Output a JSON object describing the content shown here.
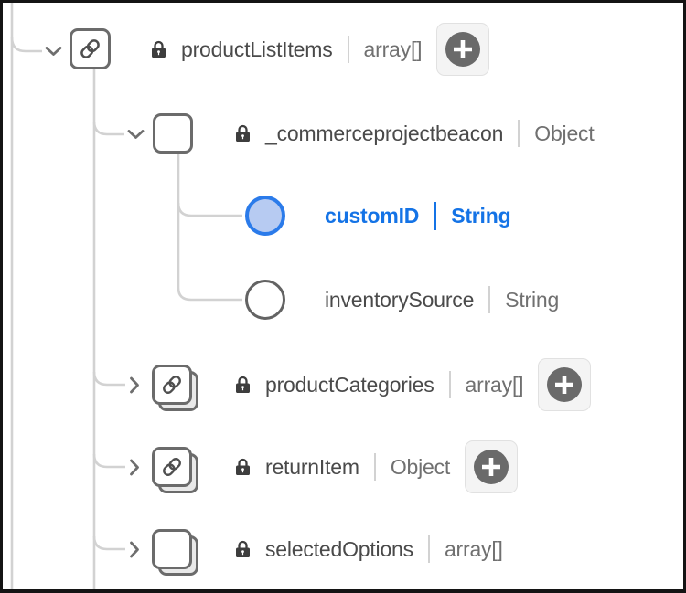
{
  "colors": {
    "selected_text_blue": "#1473e6",
    "selected_node_fill": "#b7cbf2",
    "selected_node_border": "#2b7bea",
    "field_name_gray": "#4a4a4a",
    "field_type_gray": "#707070",
    "icon_outline_gray": "#6b6b6b",
    "connector_gray": "#d2d2d2",
    "add_button_circle": "#6a6a6a"
  },
  "tree": {
    "rows": [
      {
        "label": "productListItems",
        "type": "array[]",
        "icon": "link-square",
        "chevron": "down",
        "locked": true,
        "add_button": true,
        "selected": false
      },
      {
        "label": "_commerceprojectbeacon",
        "type": "Object",
        "icon": "square",
        "chevron": "down",
        "locked": true,
        "add_button": false,
        "selected": false
      },
      {
        "label": "customID",
        "type": "String",
        "icon": "circle",
        "chevron": null,
        "locked": false,
        "add_button": false,
        "selected": true
      },
      {
        "label": "inventorySource",
        "type": "String",
        "icon": "circle",
        "chevron": null,
        "locked": false,
        "add_button": false,
        "selected": false
      },
      {
        "label": "productCategories",
        "type": "array[]",
        "icon": "link-square-stacked",
        "chevron": "right",
        "locked": true,
        "add_button": true,
        "selected": false
      },
      {
        "label": "returnItem",
        "type": "Object",
        "icon": "link-square-stacked",
        "chevron": "right",
        "locked": true,
        "add_button": true,
        "selected": false
      },
      {
        "label": "selectedOptions",
        "type": "array[]",
        "icon": "square-stacked",
        "chevron": "right",
        "locked": true,
        "add_button": false,
        "selected": false
      }
    ]
  }
}
